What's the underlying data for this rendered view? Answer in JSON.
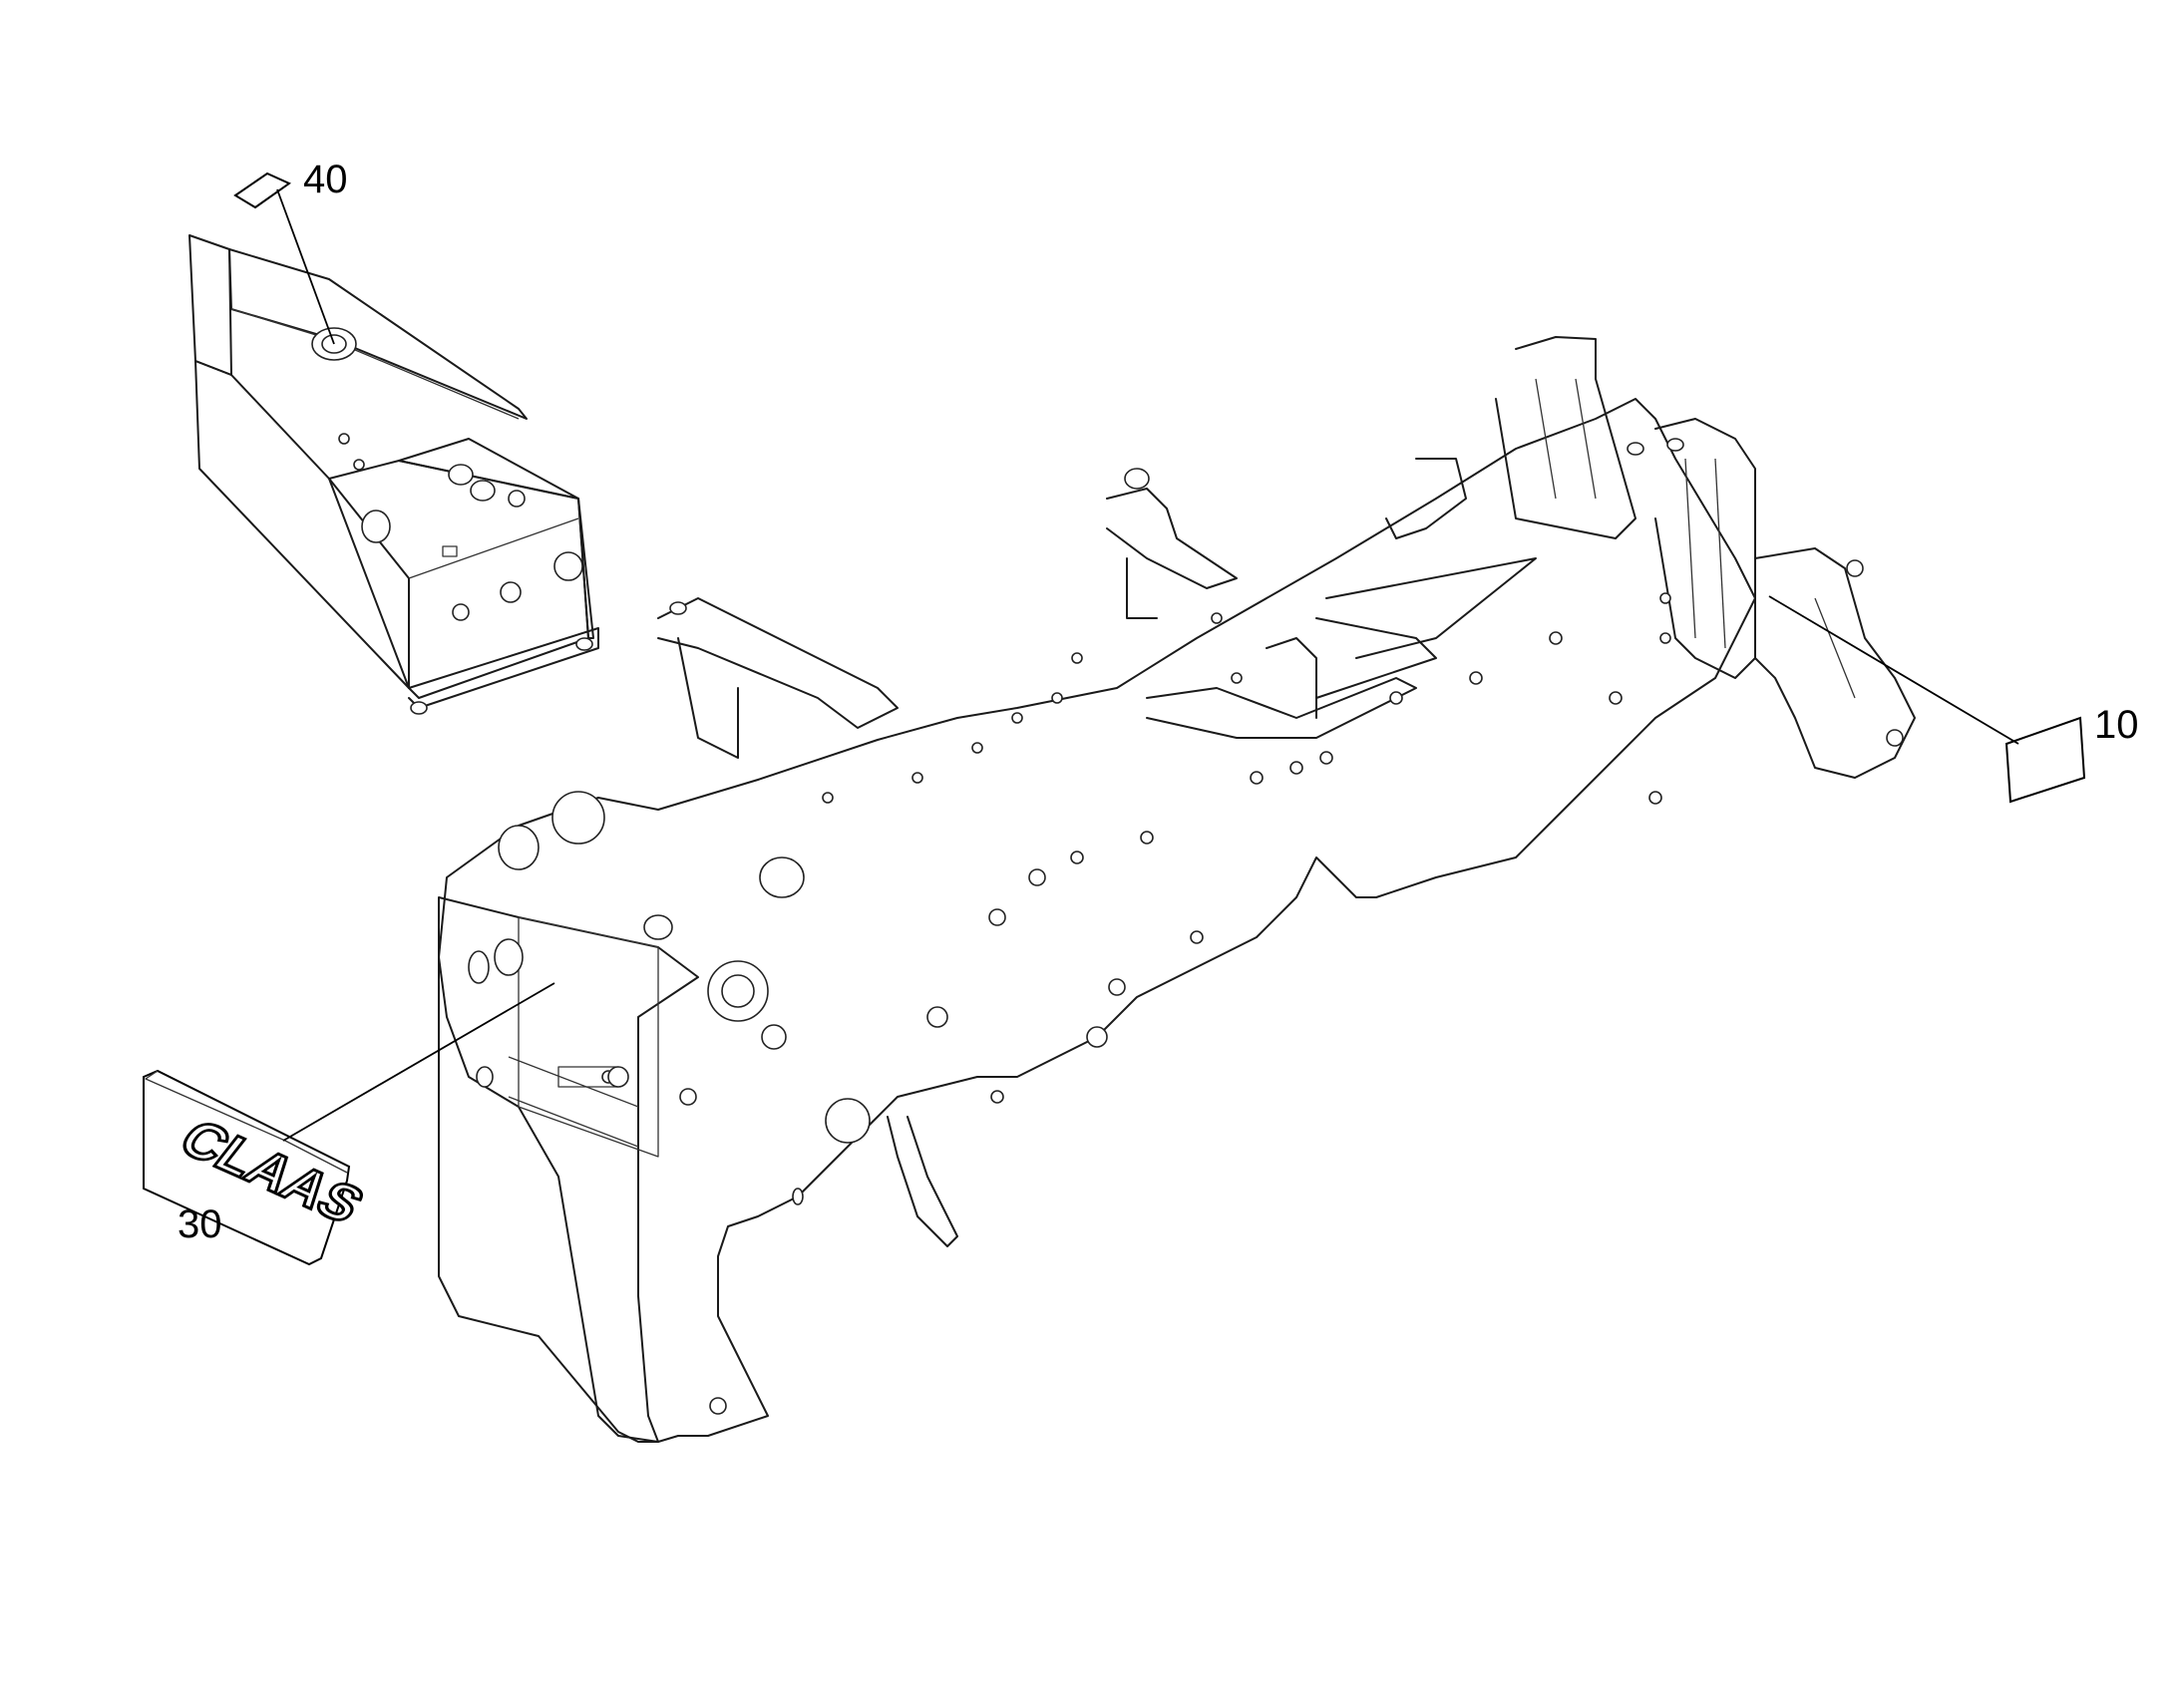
{
  "diagram": {
    "colors": {
      "line": "#1a1a1a",
      "background": "#ffffff",
      "text": "#000000"
    },
    "callouts": [
      {
        "id": "10",
        "label": "10"
      },
      {
        "id": "30",
        "label": "30"
      },
      {
        "id": "40",
        "label": "40"
      }
    ],
    "decal_text": "CLAAS"
  }
}
